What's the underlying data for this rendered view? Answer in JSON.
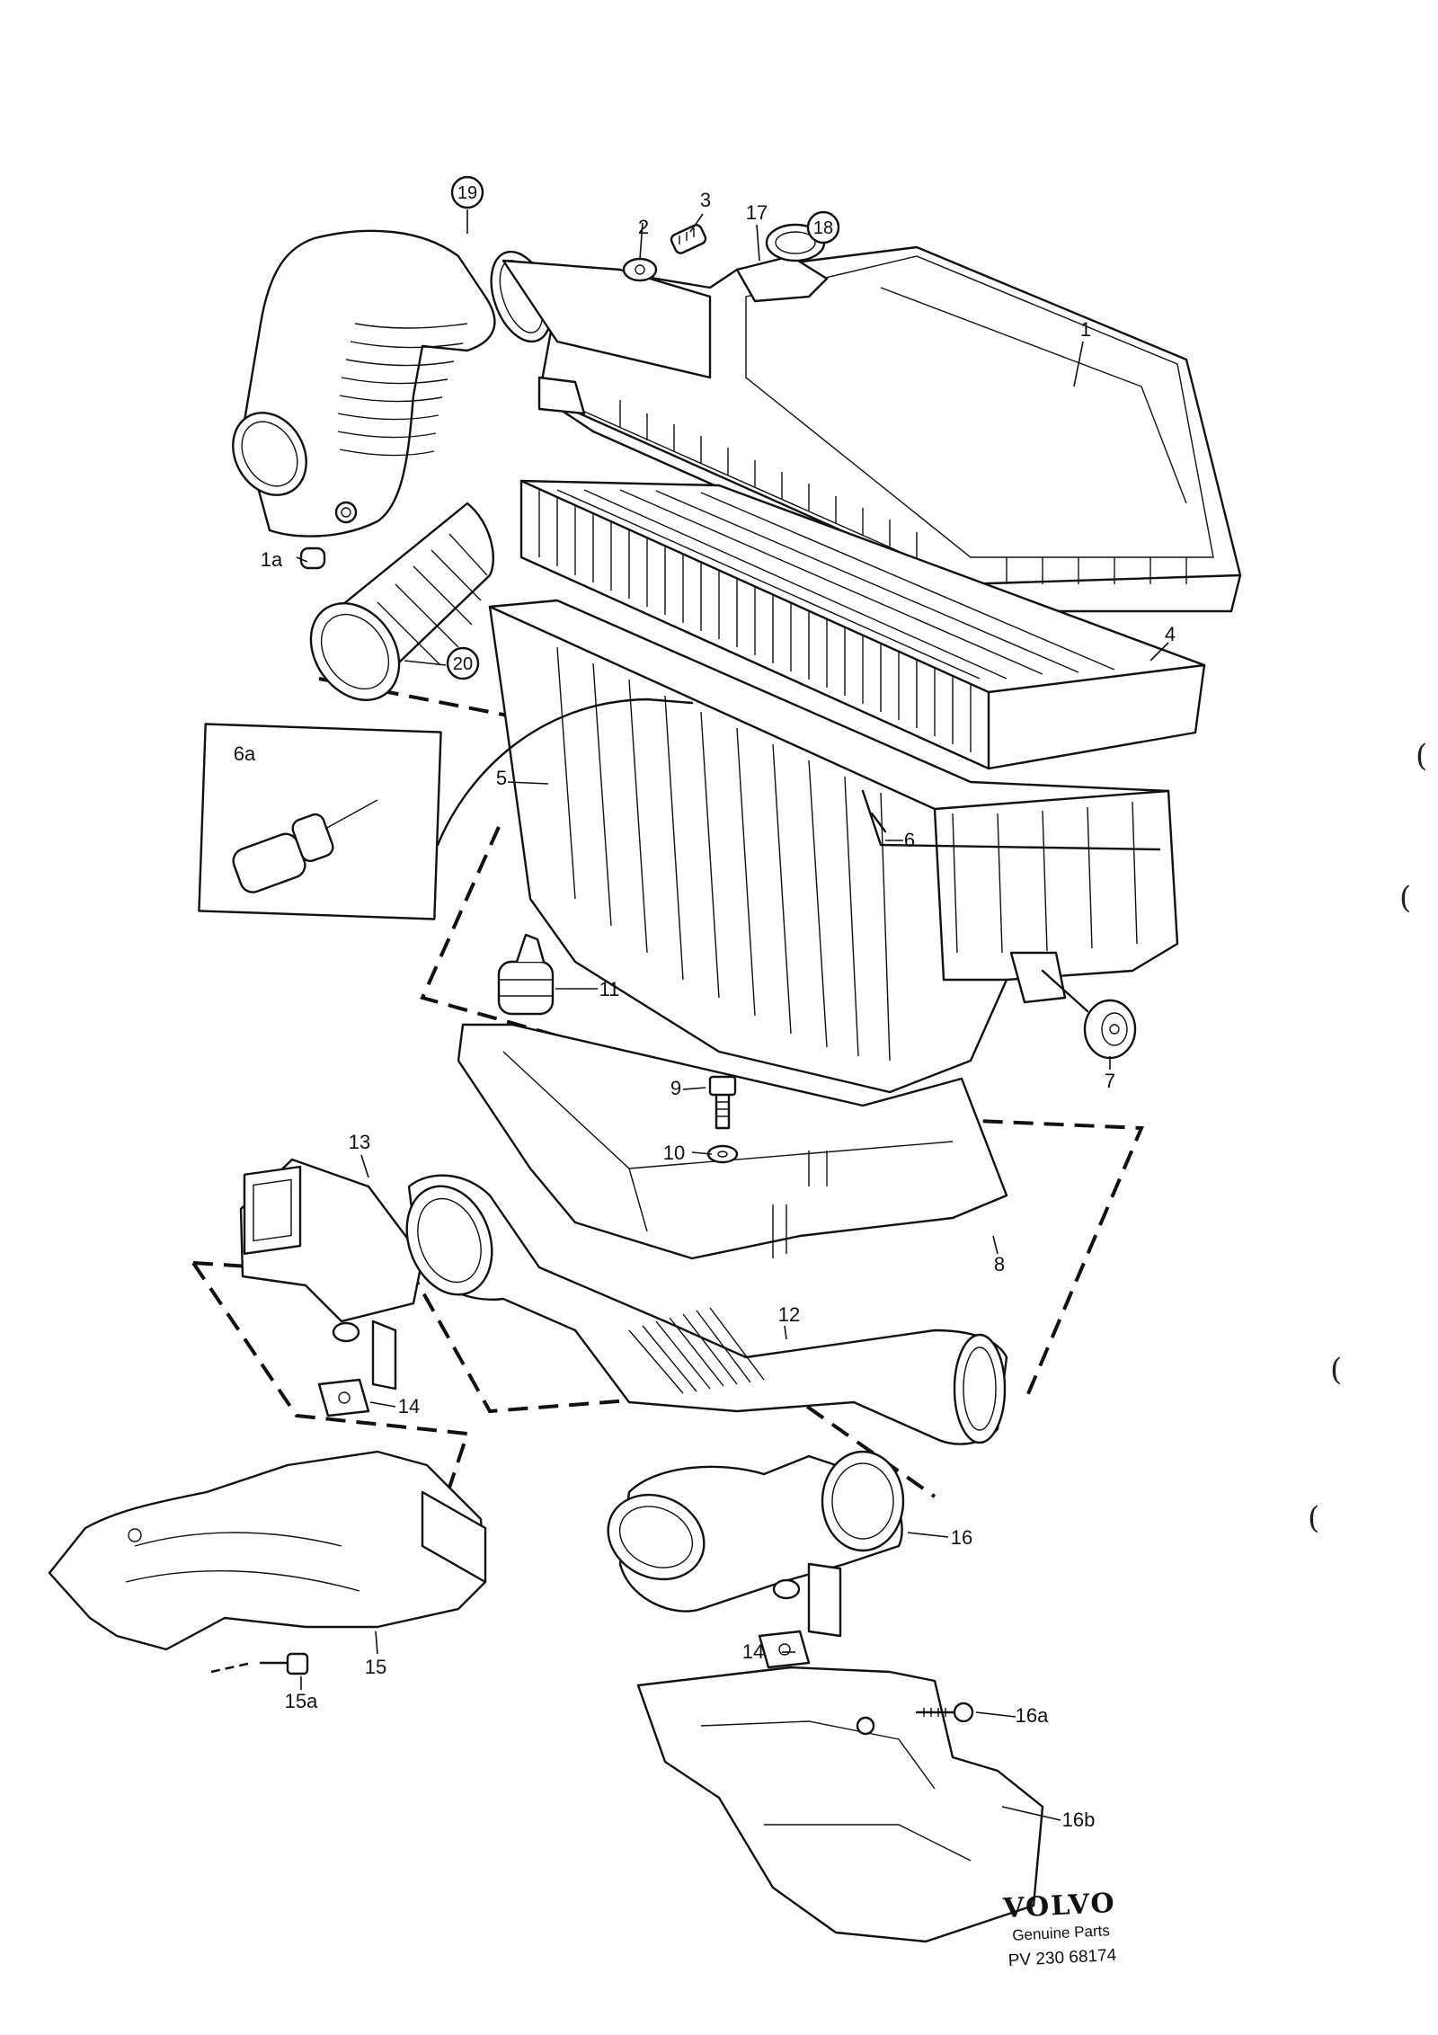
{
  "labels": {
    "l1": "1",
    "l1a": "1a",
    "l2": "2",
    "l3": "3",
    "l4": "4",
    "l5": "5",
    "l6": "6",
    "l6a": "6a",
    "l7": "7",
    "l8": "8",
    "l9": "9",
    "l10": "10",
    "l11": "11",
    "l12": "12",
    "l13": "13",
    "l14a": "14",
    "l14b": "14",
    "l15": "15",
    "l15a": "15a",
    "l16": "16",
    "l16a": "16a",
    "l16b": "16b",
    "l17": "17",
    "l18": "18",
    "l19": "19",
    "l20": "20"
  },
  "branding": {
    "logo": "VOLVO",
    "subtitle": "Genuine Parts",
    "code": "PV 230 68174"
  },
  "margin_marks": [
    "(",
    "(",
    "(",
    "("
  ]
}
